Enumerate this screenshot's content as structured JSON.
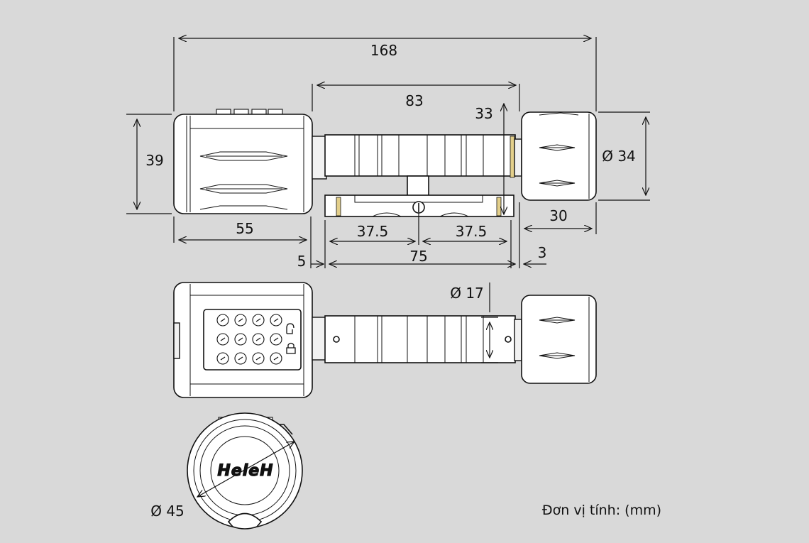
{
  "dimensions": {
    "total_length": "168",
    "cylinder_length": "83",
    "left_height": "39",
    "knob_diameter": "Ø 34",
    "left_length": "55",
    "offset_5": "5",
    "half_left": "37.5",
    "half_right": "37.5",
    "body_75": "75",
    "gap_3": "3",
    "knob_length": "30",
    "pin_33": "33",
    "shaft_diameter": "Ø 17",
    "face_diameter": "Ø 45"
  },
  "logo_text": "HeleH",
  "unit_label": "Đơn vị tính: (mm)",
  "colors": {
    "background": "#d9d9d9",
    "line": "#111111",
    "fill": "#ffffff",
    "accent": "#e3cf8a"
  }
}
